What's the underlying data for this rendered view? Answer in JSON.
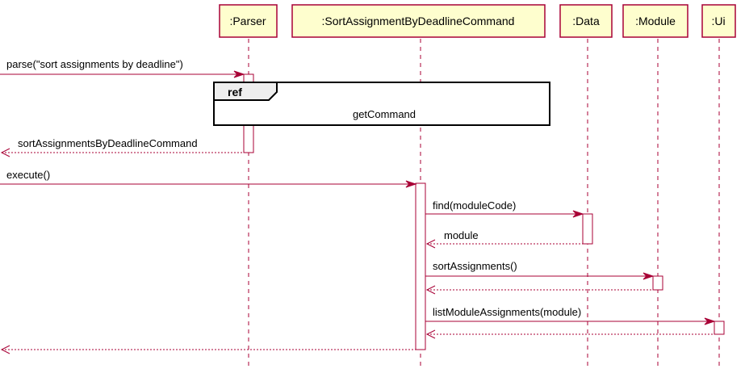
{
  "participants": {
    "parser": ":Parser",
    "sort_command": ":SortAssignmentByDeadlineCommand",
    "data": ":Data",
    "module": ":Module",
    "ui": ":Ui"
  },
  "messages": {
    "parse": "parse(\"sort assignments by deadline\")",
    "ref_label": "ref",
    "ref_text": "getCommand",
    "return_command": "sortAssignmentsByDeadlineCommand",
    "execute": "execute()",
    "find": "find(moduleCode)",
    "return_module": "module",
    "sort_assignments": "sortAssignments()",
    "list_assignments": "listModuleAssignments(module)"
  },
  "colors": {
    "accent": "#A80036",
    "participant_fill": "#FEFECE",
    "ref_tab_fill": "#EEEEEE"
  }
}
